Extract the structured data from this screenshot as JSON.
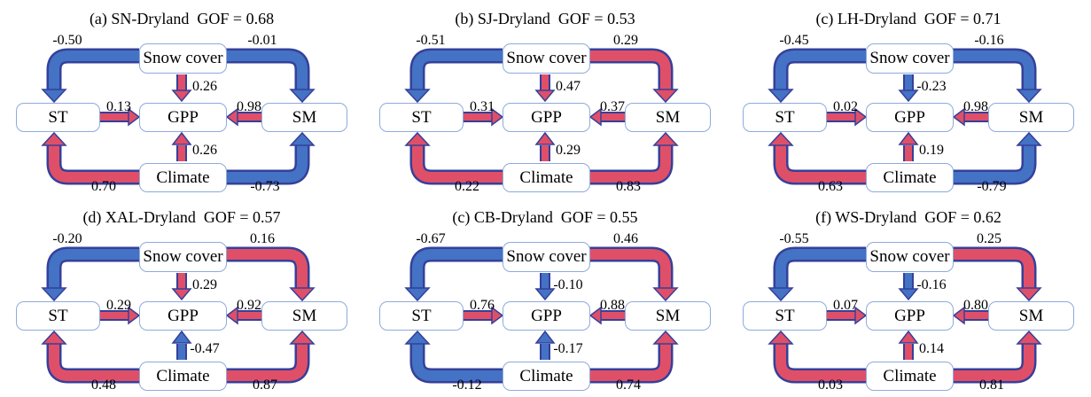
{
  "colors": {
    "positive": "#e04f68",
    "negative": "#4472c4",
    "outline": "#35409a",
    "box_border": "#8faadc"
  },
  "nodes": {
    "snow": "Snow cover",
    "st": "ST",
    "gpp": "GPP",
    "sm": "SM",
    "climate": "Climate"
  },
  "panels": [
    {
      "title": "(a) SN-Dryland  GOF = 0.68",
      "edges": {
        "snow_st": {
          "value": "-0.50",
          "color": "#4472c4"
        },
        "snow_sm": {
          "value": "-0.01",
          "color": "#4472c4"
        },
        "snow_gpp": {
          "value": "0.26",
          "color": "#e04f68"
        },
        "st_gpp": {
          "value": "0.13",
          "color": "#e04f68"
        },
        "sm_gpp": {
          "value": "0.98",
          "color": "#e04f68"
        },
        "climate_gpp": {
          "value": "0.26",
          "color": "#e04f68"
        },
        "climate_st": {
          "value": "0.70",
          "color": "#e04f68"
        },
        "climate_sm": {
          "value": "-0.73",
          "color": "#4472c4"
        }
      }
    },
    {
      "title": "(b) SJ-Dryland  GOF = 0.53",
      "edges": {
        "snow_st": {
          "value": "-0.51",
          "color": "#4472c4"
        },
        "snow_sm": {
          "value": "0.29",
          "color": "#e04f68"
        },
        "snow_gpp": {
          "value": "0.47",
          "color": "#e04f68"
        },
        "st_gpp": {
          "value": "0.31",
          "color": "#e04f68"
        },
        "sm_gpp": {
          "value": "0.37",
          "color": "#e04f68"
        },
        "climate_gpp": {
          "value": "0.29",
          "color": "#e04f68"
        },
        "climate_st": {
          "value": "0.22",
          "color": "#e04f68"
        },
        "climate_sm": {
          "value": "0.83",
          "color": "#e04f68"
        }
      }
    },
    {
      "title": "(c) LH-Dryland  GOF = 0.71",
      "edges": {
        "snow_st": {
          "value": "-0.45",
          "color": "#4472c4"
        },
        "snow_sm": {
          "value": "-0.16",
          "color": "#4472c4"
        },
        "snow_gpp": {
          "value": "-0.23",
          "color": "#4472c4"
        },
        "st_gpp": {
          "value": "0.02",
          "color": "#e04f68"
        },
        "sm_gpp": {
          "value": "0.98",
          "color": "#e04f68"
        },
        "climate_gpp": {
          "value": "0.19",
          "color": "#e04f68"
        },
        "climate_st": {
          "value": "0.63",
          "color": "#e04f68"
        },
        "climate_sm": {
          "value": "-0.79",
          "color": "#4472c4"
        }
      }
    },
    {
      "title": "(d) XAL-Dryland  GOF = 0.57",
      "edges": {
        "snow_st": {
          "value": "-0.20",
          "color": "#4472c4"
        },
        "snow_sm": {
          "value": "0.16",
          "color": "#e04f68"
        },
        "snow_gpp": {
          "value": "0.29",
          "color": "#e04f68"
        },
        "st_gpp": {
          "value": "0.29",
          "color": "#e04f68"
        },
        "sm_gpp": {
          "value": "0.92",
          "color": "#e04f68"
        },
        "climate_gpp": {
          "value": "-0.47",
          "color": "#4472c4"
        },
        "climate_st": {
          "value": "0.48",
          "color": "#e04f68"
        },
        "climate_sm": {
          "value": "0.87",
          "color": "#e04f68"
        }
      }
    },
    {
      "title": "(c) CB-Dryland  GOF = 0.55",
      "edges": {
        "snow_st": {
          "value": "-0.67",
          "color": "#4472c4"
        },
        "snow_sm": {
          "value": "0.46",
          "color": "#e04f68"
        },
        "snow_gpp": {
          "value": "-0.10",
          "color": "#4472c4"
        },
        "st_gpp": {
          "value": "0.76",
          "color": "#e04f68"
        },
        "sm_gpp": {
          "value": "0.88",
          "color": "#e04f68"
        },
        "climate_gpp": {
          "value": "-0.17",
          "color": "#4472c4"
        },
        "climate_st": {
          "value": "-0.12",
          "color": "#4472c4"
        },
        "climate_sm": {
          "value": "0.74",
          "color": "#e04f68"
        }
      }
    },
    {
      "title": "(f) WS-Dryland  GOF = 0.62",
      "edges": {
        "snow_st": {
          "value": "-0.55",
          "color": "#4472c4"
        },
        "snow_sm": {
          "value": "0.25",
          "color": "#e04f68"
        },
        "snow_gpp": {
          "value": "-0.16",
          "color": "#4472c4"
        },
        "st_gpp": {
          "value": "0.07",
          "color": "#e04f68"
        },
        "sm_gpp": {
          "value": "0.80",
          "color": "#e04f68"
        },
        "climate_gpp": {
          "value": "0.14",
          "color": "#e04f68"
        },
        "climate_st": {
          "value": "0.03",
          "color": "#e04f68"
        },
        "climate_sm": {
          "value": "0.81",
          "color": "#e04f68"
        }
      }
    }
  ]
}
